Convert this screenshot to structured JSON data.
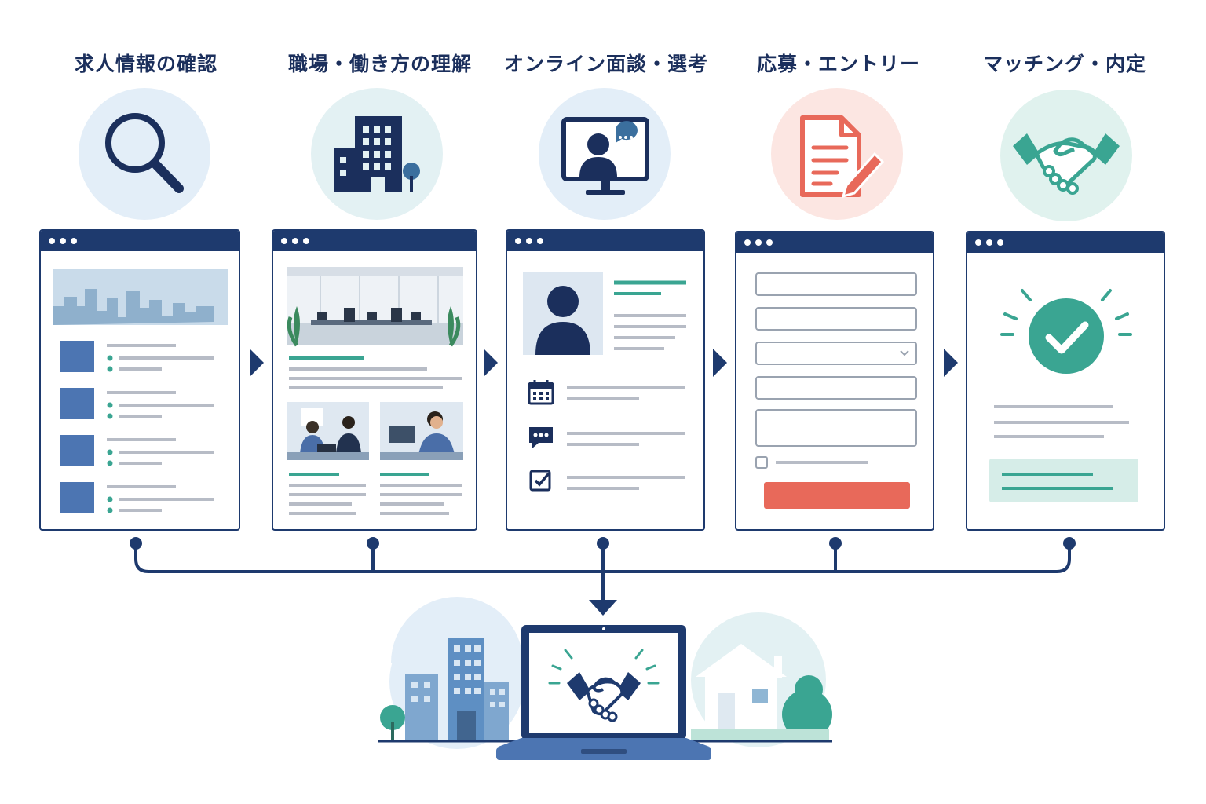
{
  "steps": [
    {
      "title": "求人情報の確認",
      "icon": "search-icon"
    },
    {
      "title": "職場・働き方の理解",
      "icon": "office-building-icon"
    },
    {
      "title": "オンライン面談・選考",
      "icon": "video-call-icon"
    },
    {
      "title": "応募・エントリー",
      "icon": "document-pen-icon"
    },
    {
      "title": "マッチング・内定",
      "icon": "handshake-icon"
    }
  ],
  "colors": {
    "navy": "#1e3a6e",
    "blue_light": "#e3eef8",
    "teal": "#3aa592",
    "coral": "#e8695a",
    "gray_line": "#b7bcc6"
  }
}
